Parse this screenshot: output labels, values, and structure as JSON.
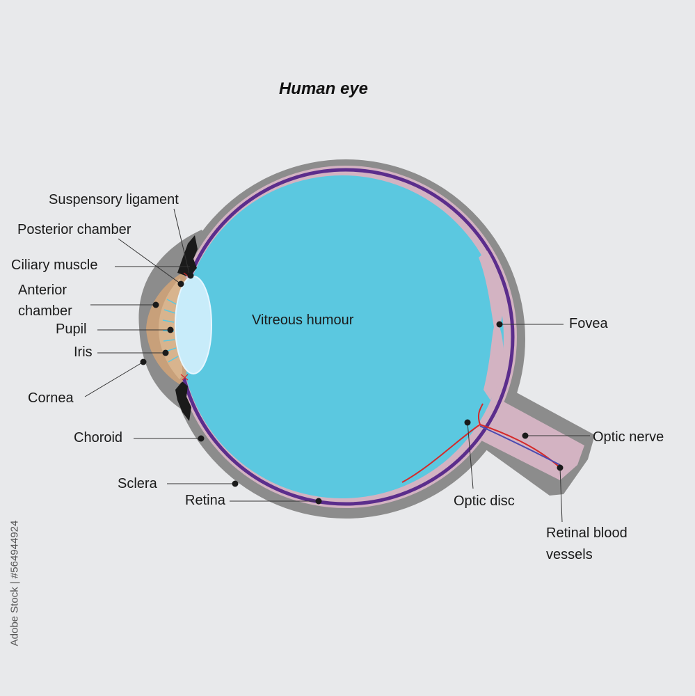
{
  "title": "Human eye",
  "labels": {
    "suspensory_ligament": "Suspensory ligament",
    "posterior_chamber": "Posterior chamber",
    "ciliary_muscle": "Ciliary muscle",
    "anterior_chamber_1": "Anterior",
    "anterior_chamber_2": "chamber",
    "pupil": "Pupil",
    "iris": "Iris",
    "cornea": "Cornea",
    "choroid": "Choroid",
    "sclera": "Sclera",
    "retina": "Retina",
    "vitreous_humour": "Vitreous humour",
    "fovea": "Fovea",
    "optic_nerve": "Optic nerve",
    "optic_disc": "Optic disc",
    "retinal_blood_vessels_1": "Retinal blood",
    "retinal_blood_vessels_2": "vessels"
  },
  "watermark": "Adobe Stock | #564944924",
  "colors": {
    "background": "#e8e9eb",
    "sclera": "#8c8c8c",
    "choroid": "#d3b3c2",
    "retina": "#5b2d8c",
    "vitreous": "#5bc8e0",
    "lens": "#c8ecfa",
    "cornea": "#c8a07a",
    "iris": "#1a1a1a",
    "blood_vessel_artery": "#d42a2a",
    "blood_vessel_vein": "#4a4ab0"
  }
}
